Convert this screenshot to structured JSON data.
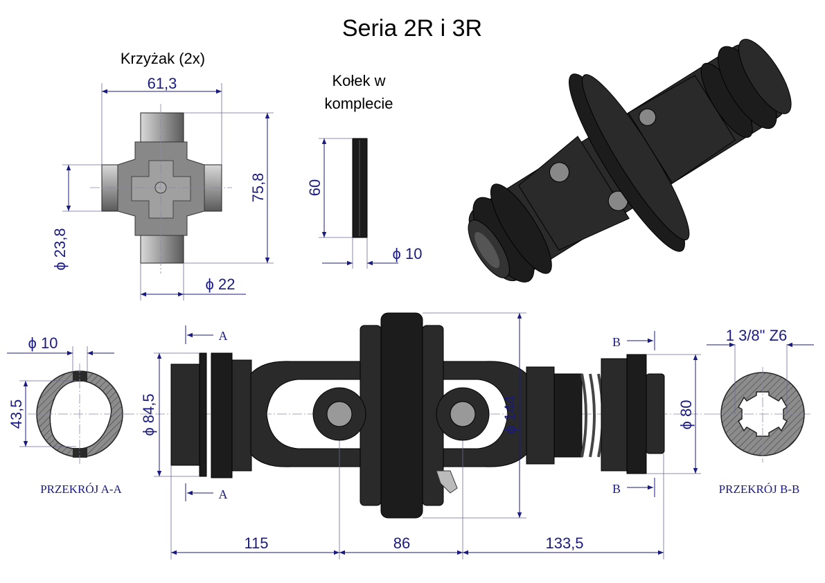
{
  "title": "Seria 2R i 3R",
  "cross": {
    "label": "Krzyżak (2x)",
    "width": "61,3",
    "height": "75,8",
    "diam_arm": "ϕ 23,8",
    "diam_cap": "ϕ 22"
  },
  "pin": {
    "label_line1": "Kołek w",
    "label_line2": "komplecie",
    "length": "60",
    "diameter": "ϕ 10"
  },
  "shaft": {
    "flange_left": "ϕ 84,5",
    "guard": "ϕ 144",
    "flange_right": "ϕ 80",
    "len_left": "115",
    "len_mid": "86",
    "len_right": "133,5",
    "marker_a": "A",
    "marker_b": "B"
  },
  "section_a": {
    "label": "PRZEKRÓJ A-A",
    "pin_diam": "ϕ 10",
    "inner": "43,5"
  },
  "section_b": {
    "label": "PRZEKRÓJ B-B",
    "spline": "1 3/8\" Z6"
  },
  "colors": {
    "dimension": "#1a1a80",
    "part": "#1c1c1c"
  }
}
